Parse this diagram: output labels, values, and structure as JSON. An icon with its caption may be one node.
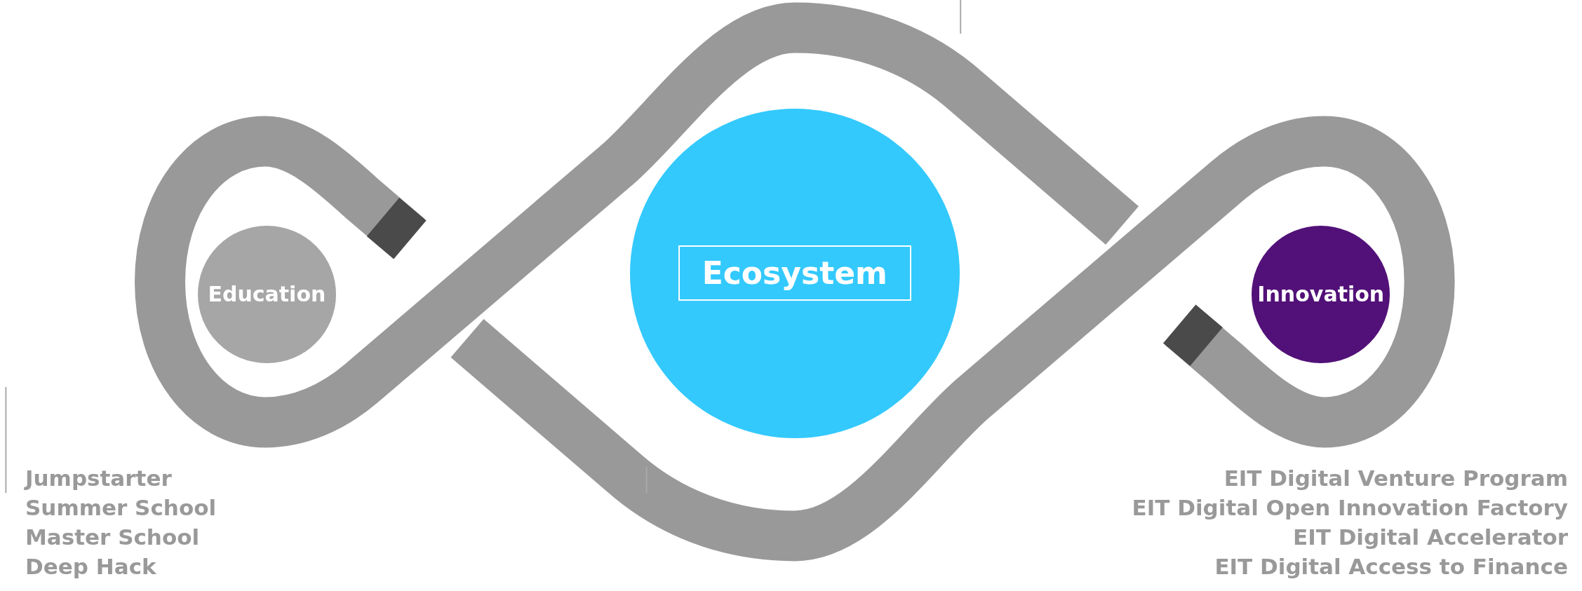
{
  "diagram": {
    "nodes": [
      {
        "text": [
          "Education"
        ]
      },
      {
        "text": [
          "Ecosystem"
        ]
      },
      {
        "text": [
          "Innovation"
        ]
      }
    ],
    "labels": [
      "Jumpstarter",
      "Summer School",
      "Master School",
      "Deep Hack",
      "EIT Digital Venture Program",
      "EIT Digital Open Innovation Factory",
      "EIT Digital Accelerator",
      "EIT Digital Access to Finance"
    ]
  }
}
